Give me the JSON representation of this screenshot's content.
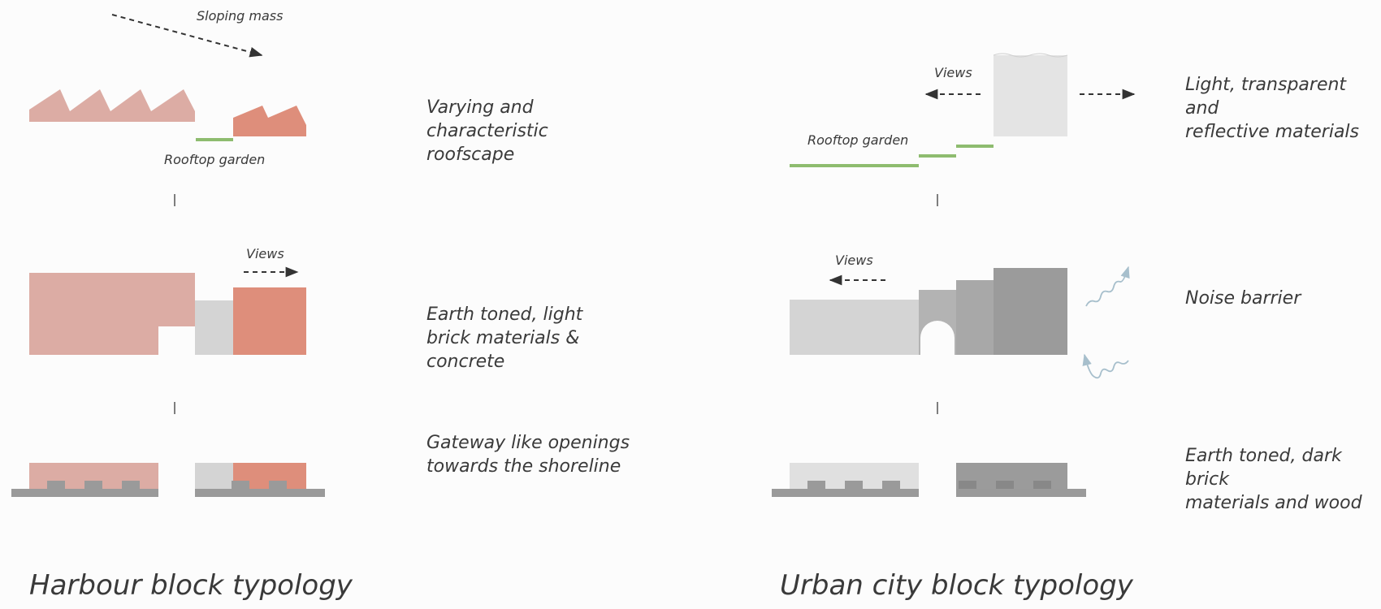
{
  "colors": {
    "brick_light": "#dcaca4",
    "brick_dark": "#de8e7b",
    "concrete_light": "#d4d4d4",
    "grey_light": "#e4e4e4",
    "grey_mid": "#b3b3b3",
    "grey_dark": "#9b9b9b",
    "ground": "#9a9a9a",
    "garden": "#8ebc6f",
    "arrow": "#333333",
    "noise": "#a7bfcc"
  },
  "harbour": {
    "title": "Harbour block typology",
    "sloping_mass_label": "Sloping mass",
    "rooftop_garden_label": "Rooftop garden",
    "views_label": "Views",
    "desc_roofscape": "Varying and\ncharacteristic\nroofscape",
    "desc_materials": "Earth toned, light\nbrick materials &\nconcrete",
    "desc_gateway": "Gateway like openings\ntowards the shoreline"
  },
  "urban": {
    "title": "Urban city block typology",
    "views_top_label": "Views",
    "rooftop_garden_label": "Rooftop garden",
    "views_mid_label": "Views",
    "desc_light_materials": "Light, transparent and\nreflective materials",
    "desc_noise": "Noise barrier",
    "desc_dark_materials": "Earth toned, dark brick\nmaterials and wood"
  }
}
